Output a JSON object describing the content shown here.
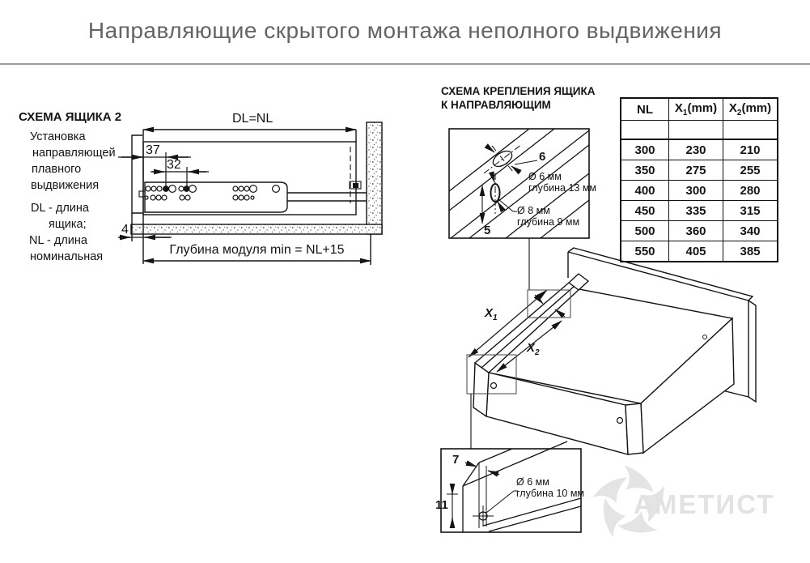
{
  "title": "Направляющие скрытого монтажа неполного выдвижения",
  "left_panel": {
    "heading": "СХЕМА ЯЩИКА 2",
    "line1": "Установка",
    "line2": "направляющей",
    "line3": "плавного",
    "line4": "выдвижения",
    "dl_label": "DL - длина",
    "dl_label2": "ящика;",
    "nl_label": "NL - длина",
    "nl_label2": "номинальная"
  },
  "left_diagram": {
    "dim_top": "DL=NL",
    "dim_37": "37",
    "dim_32": "32",
    "dim_4": "4",
    "depth_note": "Глубина модуля min = NL+15"
  },
  "mounting_schema": {
    "heading_line1": "СХЕМА КРЕПЛЕНИЯ ЯЩИКА",
    "heading_line2": "К НАПРАВЛЯЮЩИМ",
    "detail_top": {
      "dim_6": "6",
      "dim_5": "5",
      "hole1_d": "Ø 6 мм",
      "hole1_depth": "глубина 13 мм",
      "hole2_d": "Ø 8 мм",
      "hole2_depth": "глубина 9 мм"
    },
    "drawer": {
      "x1_base": "X",
      "x1_sub": "1",
      "x2_base": "X",
      "x2_sub": "2"
    },
    "detail_bottom": {
      "dim_7": "7",
      "dim_11": "11",
      "hole_d": "Ø 6 мм",
      "hole_depth": "глубина 10 мм"
    }
  },
  "table": {
    "headers": {
      "c1": "NL",
      "c2_base": "X",
      "c2_sub": "1",
      "c2_unit": "(mm)",
      "c3_base": "X",
      "c3_sub": "2",
      "c3_unit": "(mm)"
    },
    "rows": [
      [
        "300",
        "230",
        "210"
      ],
      [
        "350",
        "275",
        "255"
      ],
      [
        "400",
        "300",
        "280"
      ],
      [
        "450",
        "335",
        "315"
      ],
      [
        "500",
        "360",
        "340"
      ],
      [
        "550",
        "405",
        "385"
      ]
    ]
  },
  "watermark": {
    "text": "АМЕТИСТ"
  }
}
